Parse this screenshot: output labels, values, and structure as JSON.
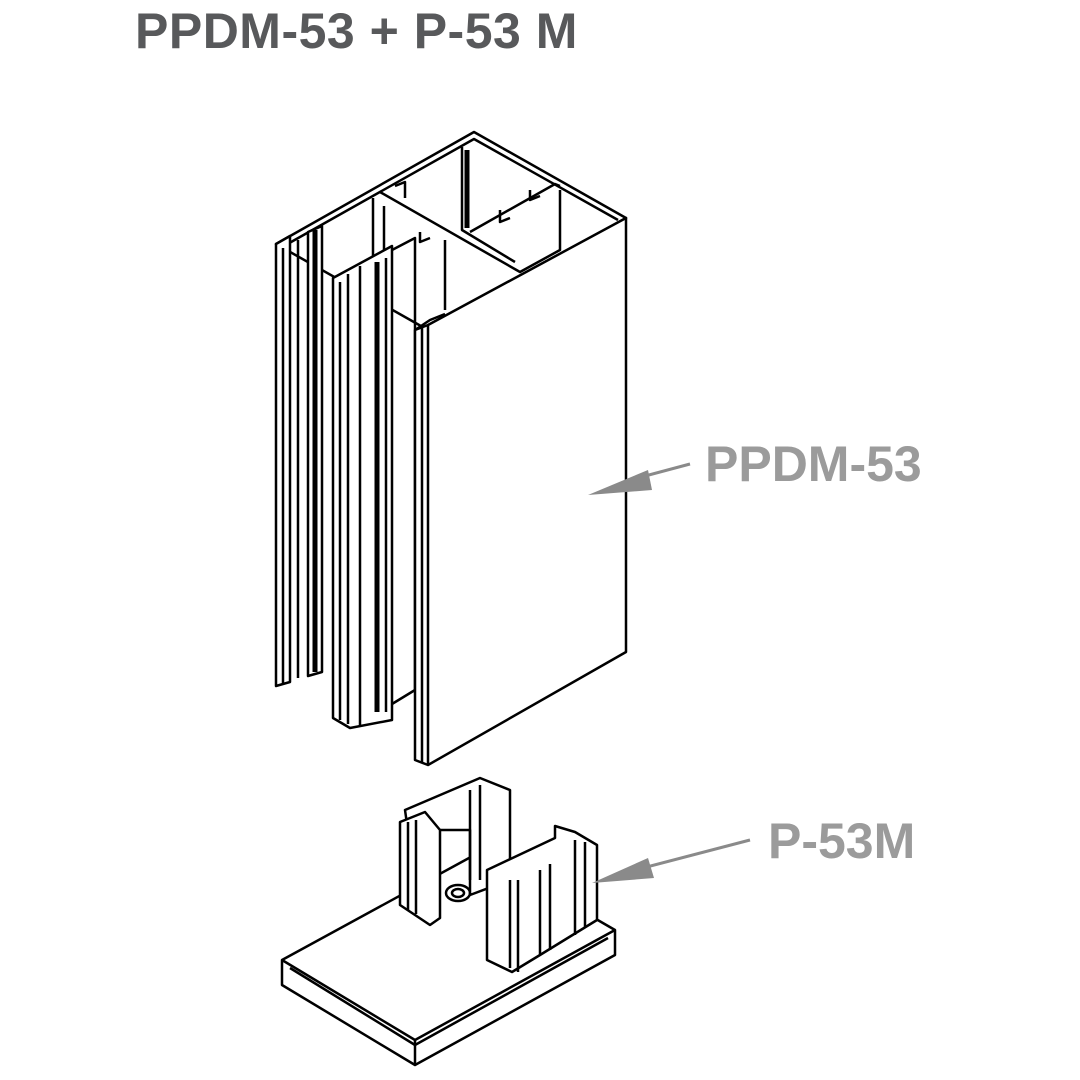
{
  "title": "PPDM-53 + P-53 M",
  "callouts": [
    {
      "label": "PPDM-53"
    },
    {
      "label": "P-53M"
    }
  ],
  "colors": {
    "title": "#58595b",
    "callout": "#9b9b9b",
    "line": "#000000"
  }
}
